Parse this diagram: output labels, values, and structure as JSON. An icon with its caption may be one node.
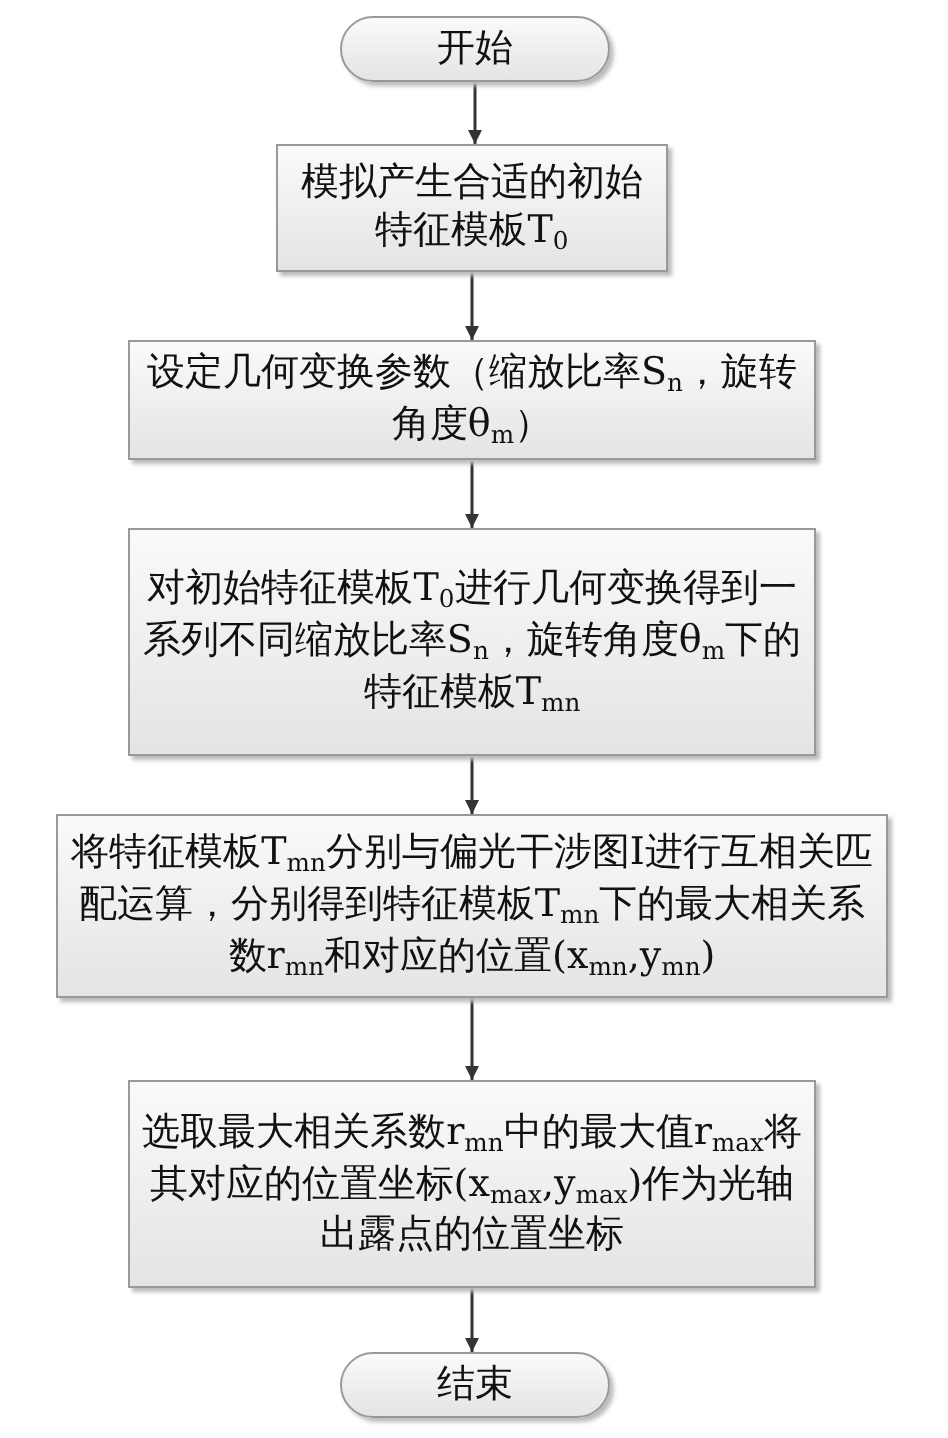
{
  "diagram": {
    "nodes": [
      {
        "text": [
          "开始"
        ]
      },
      {
        "text": [
          "模拟产生合适的初始特征模板T$_{0}$"
        ]
      },
      {
        "text": [
          "设定几何变换参数（缩放比率S$_{n}$，旋转角度θ$_{m}$）"
        ]
      },
      {
        "text": [
          "对初始特征模板T$_{0}$进行几何变换得到一系列不同缩放比率S$_{n}$，旋转角度θ$_{m}$下的特征模板T$_{mn}$"
        ]
      },
      {
        "text": [
          "将特征模板T$_{mn}$分别与偏光干涉图I进行互相关匹配运算，分别得到特征模板T$_{mn}$下的最大相关系数r$_{mn}$和对应的位置(x$_{mn}$,y$_{mn}$)"
        ]
      },
      {
        "text": [
          "选取最大相关系数r$_{mn}$中的最大值r$_{max}$将其对应的位置坐标(x$_{max}$,y$_{max}$)作为光轴出露点的位置坐标"
        ]
      },
      {
        "text": [
          "结束"
        ]
      }
    ],
    "edges": [
      {
        "from": 0,
        "to": 1,
        "arrow": "to"
      },
      {
        "from": 1,
        "to": 2,
        "arrow": "to"
      },
      {
        "from": 2,
        "to": 3,
        "arrow": "to"
      },
      {
        "from": 3,
        "to": 4,
        "arrow": "to"
      },
      {
        "from": 4,
        "to": 5,
        "arrow": "to"
      },
      {
        "from": 5,
        "to": 6,
        "arrow": "to"
      }
    ]
  }
}
